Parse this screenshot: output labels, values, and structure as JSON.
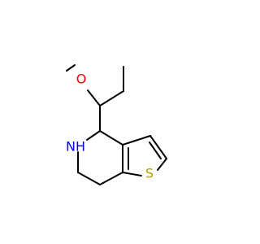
{
  "molecule": {
    "atoms": {
      "oxygen": {
        "symbol": "O"
      },
      "nitrogen": {
        "symbol": "NH"
      },
      "sulfur": {
        "symbol": "S"
      }
    },
    "colors": {
      "bond": "#000000",
      "oxygen": "#ff0000",
      "nitrogen": "#0000ff",
      "sulfur": "#b2a100",
      "background": "#ffffff"
    }
  }
}
